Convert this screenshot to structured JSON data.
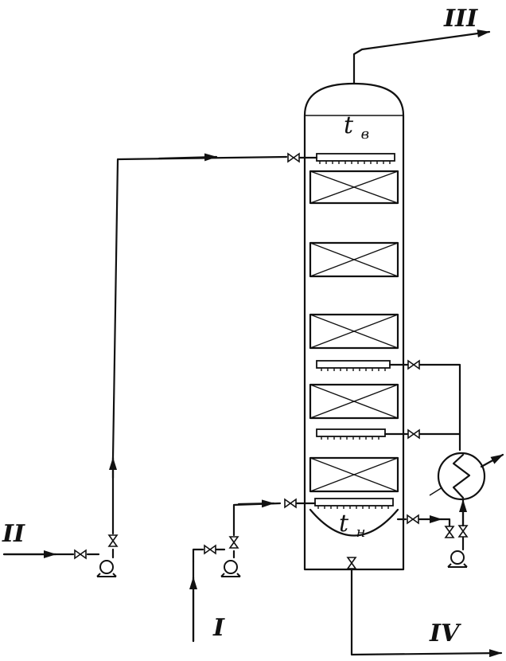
{
  "labels": {
    "stream_1": "I",
    "stream_2": "II",
    "stream_3": "III",
    "stream_4": "IV",
    "t_top_main": "t",
    "t_top_sub": "в",
    "t_bottom_main": "t",
    "t_bottom_sub": "н"
  }
}
